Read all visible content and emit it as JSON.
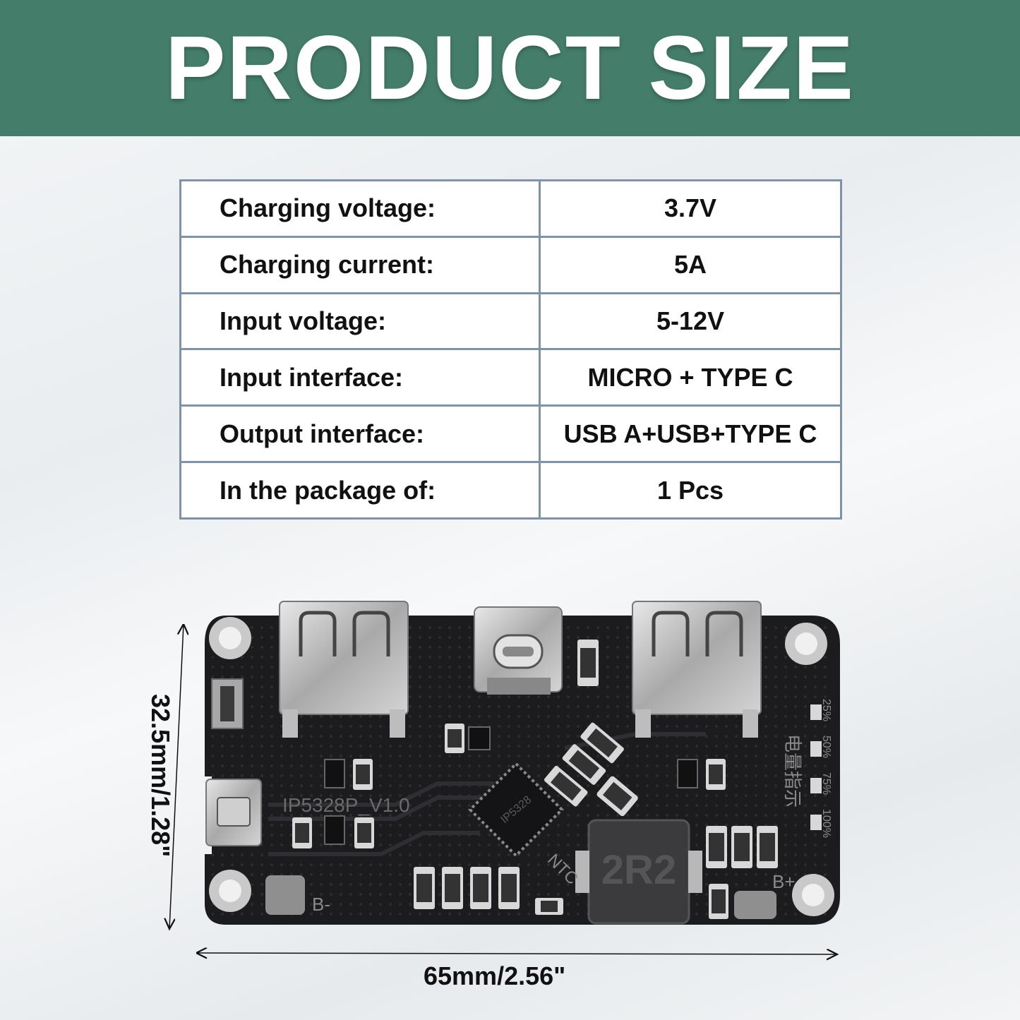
{
  "banner": {
    "title": "PRODUCT SIZE"
  },
  "specs": [
    {
      "label": "Charging voltage:",
      "value": "3.7V"
    },
    {
      "label": "Charging current:",
      "value": "5A"
    },
    {
      "label": "Input voltage:",
      "value": "5-12V"
    },
    {
      "label": "Input interface:",
      "value": "MICRO + TYPE C"
    },
    {
      "label": "Output interface:",
      "value": "USB A+USB+TYPE C"
    },
    {
      "label": "In the package of:",
      "value": "1 Pcs"
    }
  ],
  "board": {
    "silkscreen_model": "IP5328P_V1.0",
    "chip_text": "IP5328",
    "inductor_text": "2R2",
    "ntc_label": "NTC",
    "b_minus_label": "B-",
    "b_plus_label": "B+",
    "battery_indicator_label": "电量指示",
    "led_levels": [
      "25%",
      "50%",
      "75%",
      "100%"
    ]
  },
  "dimensions": {
    "width": "65mm/2.56\"",
    "height": "32.5mm/1.28\""
  },
  "colors": {
    "banner": "#447e6b",
    "table_border": "#7f93a8",
    "pcb": "#1c1c1e"
  }
}
